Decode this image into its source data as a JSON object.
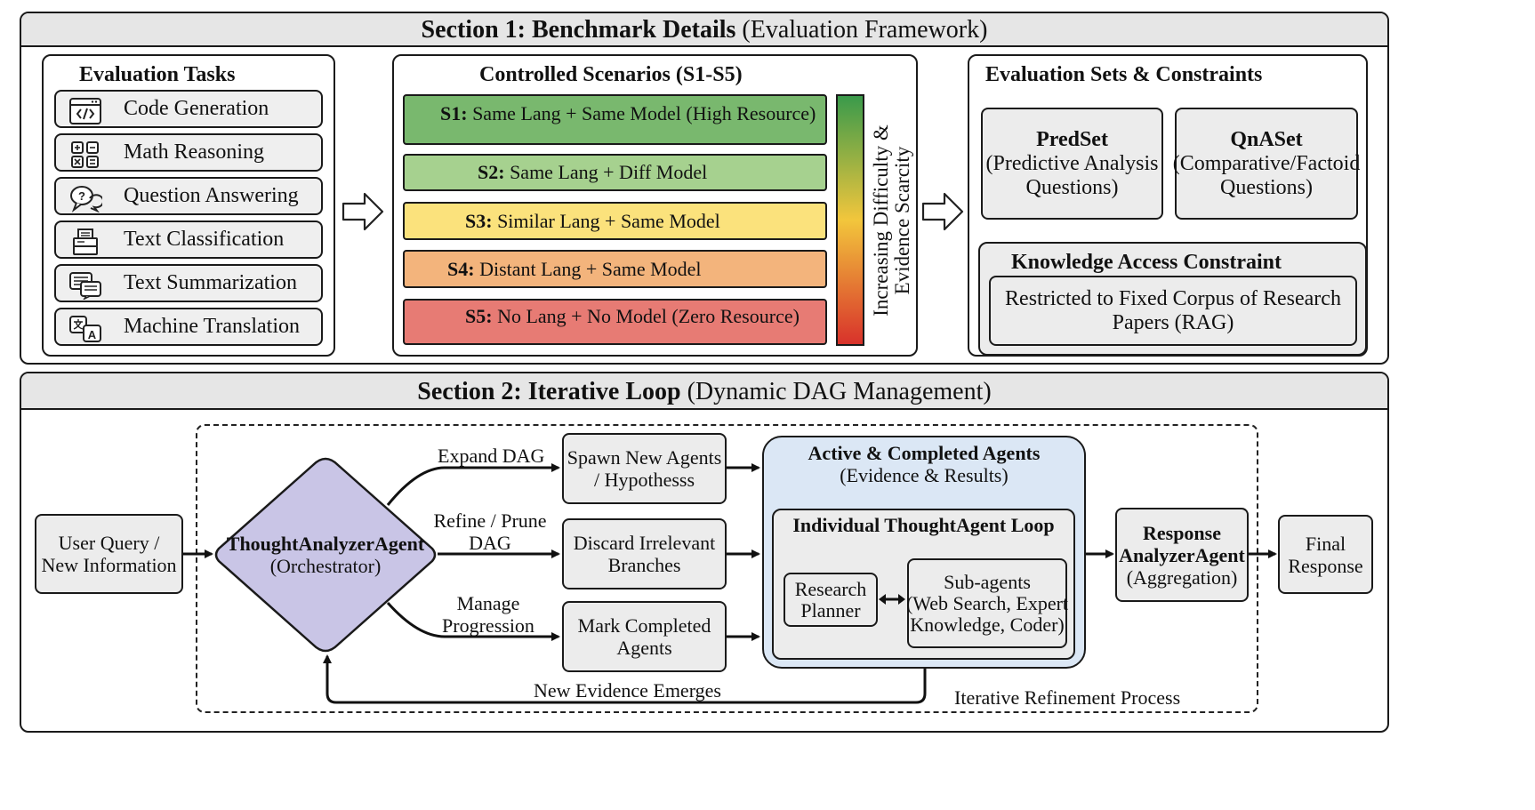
{
  "section1": {
    "title_bold": "Section 1: Benchmark Details",
    "title_rest": "(Evaluation Framework)",
    "tasks": {
      "heading": "Evaluation Tasks",
      "items": [
        {
          "label": "Code Generation",
          "icon": "code-icon"
        },
        {
          "label": "Math Reasoning",
          "icon": "calculator-icon"
        },
        {
          "label": "Question Answering",
          "icon": "question-chat-icon"
        },
        {
          "label": "Text Classification",
          "icon": "document-stack-icon"
        },
        {
          "label": "Text Summarization",
          "icon": "summary-chat-icon"
        },
        {
          "label": "Machine Translation",
          "icon": "translate-icon"
        }
      ]
    },
    "scenarios": {
      "heading": "Controlled Scenarios (S1-S5)",
      "items": [
        {
          "id": "S1:",
          "text": "Same Lang + Same Model (High Resource)",
          "color": "#79b86e"
        },
        {
          "id": "S2:",
          "text": "Same Lang + Diff Model",
          "color": "#a6d18f"
        },
        {
          "id": "S3:",
          "text": "Similar Lang + Same Model",
          "color": "#fbe27c"
        },
        {
          "id": "S4:",
          "text": "Distant Lang + Same Model",
          "color": "#f3b47c"
        },
        {
          "id": "S5:",
          "text": "No Lang + No Model (Zero Resource)",
          "color": "#e77b74"
        }
      ],
      "gradient_label_line1": "Increasing Difficulty &",
      "gradient_label_line2": "Evidence Scarcity",
      "gradient_top_color": "#3a9a4b",
      "gradient_mid_color": "#f2c63c",
      "gradient_bottom_color": "#d8322b"
    },
    "eval_sets": {
      "heading": "Evaluation Sets & Constraints",
      "predset": {
        "title": "PredSet",
        "line1": "(Predictive Analysis",
        "line2": "Questions)"
      },
      "qnaset": {
        "title": "QnASet",
        "line1": "(Comparative/Factoid",
        "line2": "Questions)"
      },
      "constraint": {
        "title": "Knowledge Access Constraint",
        "line1": "Restricted to Fixed Corpus of Research",
        "line2": "Papers (RAG)"
      }
    }
  },
  "section2": {
    "title_bold": "Section 2: Iterative Loop",
    "title_rest": "(Dynamic DAG Management)",
    "user_query": {
      "line1": "User Query /",
      "line2": "New Information"
    },
    "orchestrator": {
      "name": "ThoughtAnalyzerAgent",
      "role": "(Orchestrator)",
      "color": "#c9c5e6"
    },
    "edges": {
      "expand": "Expand DAG",
      "refine_line1": "Refine / Prune",
      "refine_line2": "DAG",
      "manage_line1": "Manage",
      "manage_line2": "Progression",
      "feedback": "New Evidence Emerges",
      "loop_label": "Iterative Refinement Process"
    },
    "actions": {
      "spawn": {
        "line1": "Spawn New Agents",
        "line2": "/ Hypothesss"
      },
      "discard": {
        "line1": "Discard Irrelevant",
        "line2": "Branches"
      },
      "mark": {
        "line1": "Mark Completed",
        "line2": "Agents"
      }
    },
    "active": {
      "title": "Active & Completed Agents",
      "subtitle": "(Evidence & Results)",
      "color": "#dbe7f5",
      "loop_title": "Individual ThoughtAgent Loop",
      "planner": {
        "line1": "Research",
        "line2": "Planner"
      },
      "subagents": {
        "line1": "Sub-agents",
        "line2": "(Web Search, Expert",
        "line3": "Knowledge, Coder)"
      }
    },
    "response": {
      "line1": "Response",
      "line2": "AnalyzerAgent",
      "line3": "(Aggregation)"
    },
    "final": {
      "line1": "Final",
      "line2": "Response"
    }
  }
}
